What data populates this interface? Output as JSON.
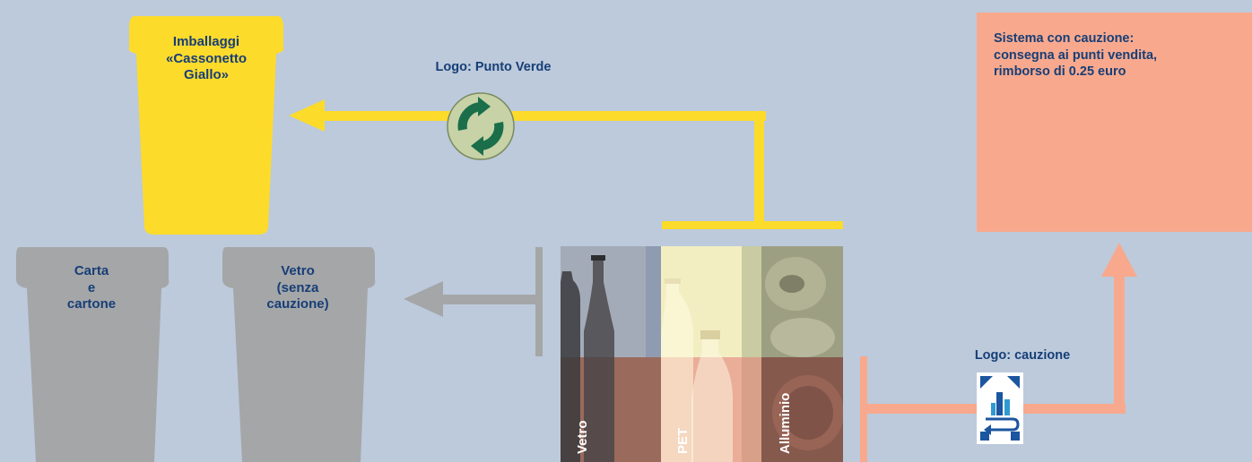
{
  "bins": {
    "yellow": {
      "line1": "Imballaggi",
      "line2": "«Cassonetto",
      "line3": "Giallo»",
      "color": "#fcdb2b"
    },
    "paper": {
      "line1": "Carta",
      "line2": "e",
      "line3": "cartone",
      "color": "#a5a6a8"
    },
    "glass": {
      "line1": "Vetro",
      "line2": "(senza",
      "line3": "cauzione)",
      "color": "#a5a6a8"
    }
  },
  "logos": {
    "punto_verde_label": "Logo: Punto Verde",
    "cauzione_label": "Logo: cauzione",
    "punto_verde_icon": "green-dot-recycling-icon",
    "cauzione_icon": "deposit-return-icon"
  },
  "deposit_box": {
    "line1": "Sistema con cauzione:",
    "line2": "consegna ai punti vendita,",
    "line3": "rimborso di 0.25 euro",
    "color": "#f8a98d"
  },
  "materials": [
    "Vetro",
    "PET",
    "Alluminio"
  ],
  "colors": {
    "background": "#bccadb",
    "yellow_arrow": "#fcdb2b",
    "grey_arrow": "#a5a6a8",
    "salmon_arrow": "#f8a98d",
    "label_text": "#173e77"
  }
}
